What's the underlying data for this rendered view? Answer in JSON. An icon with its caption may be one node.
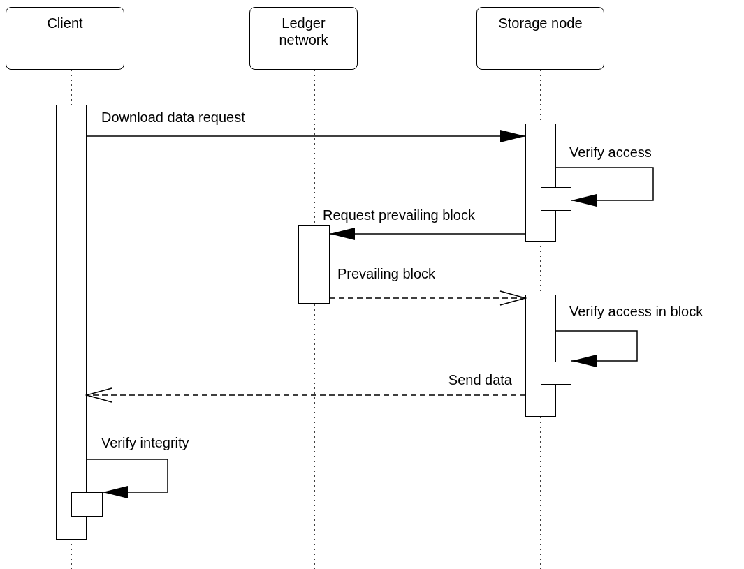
{
  "diagram": {
    "nodes": [
      {
        "text": [
          "Client"
        ]
      },
      {
        "text": [
          "Ledger network"
        ]
      },
      {
        "text": [
          "Storage node"
        ]
      },
      {
        "text": [],
        "shape": "bar"
      },
      {
        "text": [],
        "shape": "bar"
      },
      {
        "text": [],
        "shape": "bar"
      },
      {
        "text": [],
        "shape": "bar"
      },
      {
        "text": [],
        "shape": "bar"
      },
      {
        "text": [],
        "shape": "bar"
      },
      {
        "text": [],
        "shape": "bar"
      }
    ],
    "edges": [
      {
        "from": 3,
        "to": 4,
        "arrow": "to",
        "label": "Download data request"
      },
      {
        "from": 4,
        "to": 5,
        "arrow": "to",
        "label": "Verify access"
      },
      {
        "from": 4,
        "to": 6,
        "arrow": "to",
        "label": "Request prevailing block"
      },
      {
        "from": 6,
        "to": 7,
        "arrow": "to",
        "style": "dashed",
        "label": "Prevailing block"
      },
      {
        "from": 7,
        "to": 8,
        "arrow": "to",
        "label": "Verify access in block"
      },
      {
        "from": 7,
        "to": 3,
        "arrow": "to",
        "style": "dashed",
        "label": "Send data"
      },
      {
        "from": 3,
        "to": 9,
        "arrow": "to",
        "label": "Verify integrity"
      }
    ]
  }
}
